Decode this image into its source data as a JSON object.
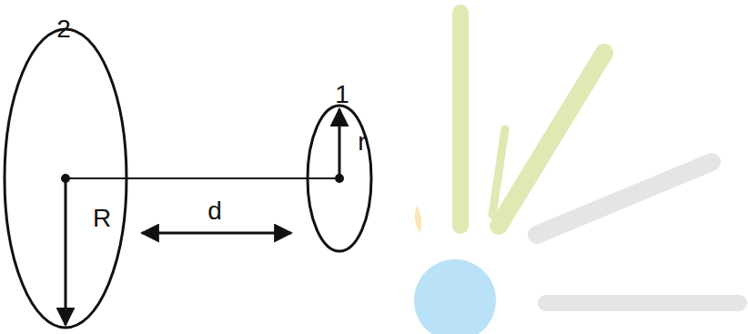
{
  "diagram": {
    "labels": [
      "2",
      "1",
      "r",
      "R",
      "d"
    ]
  }
}
